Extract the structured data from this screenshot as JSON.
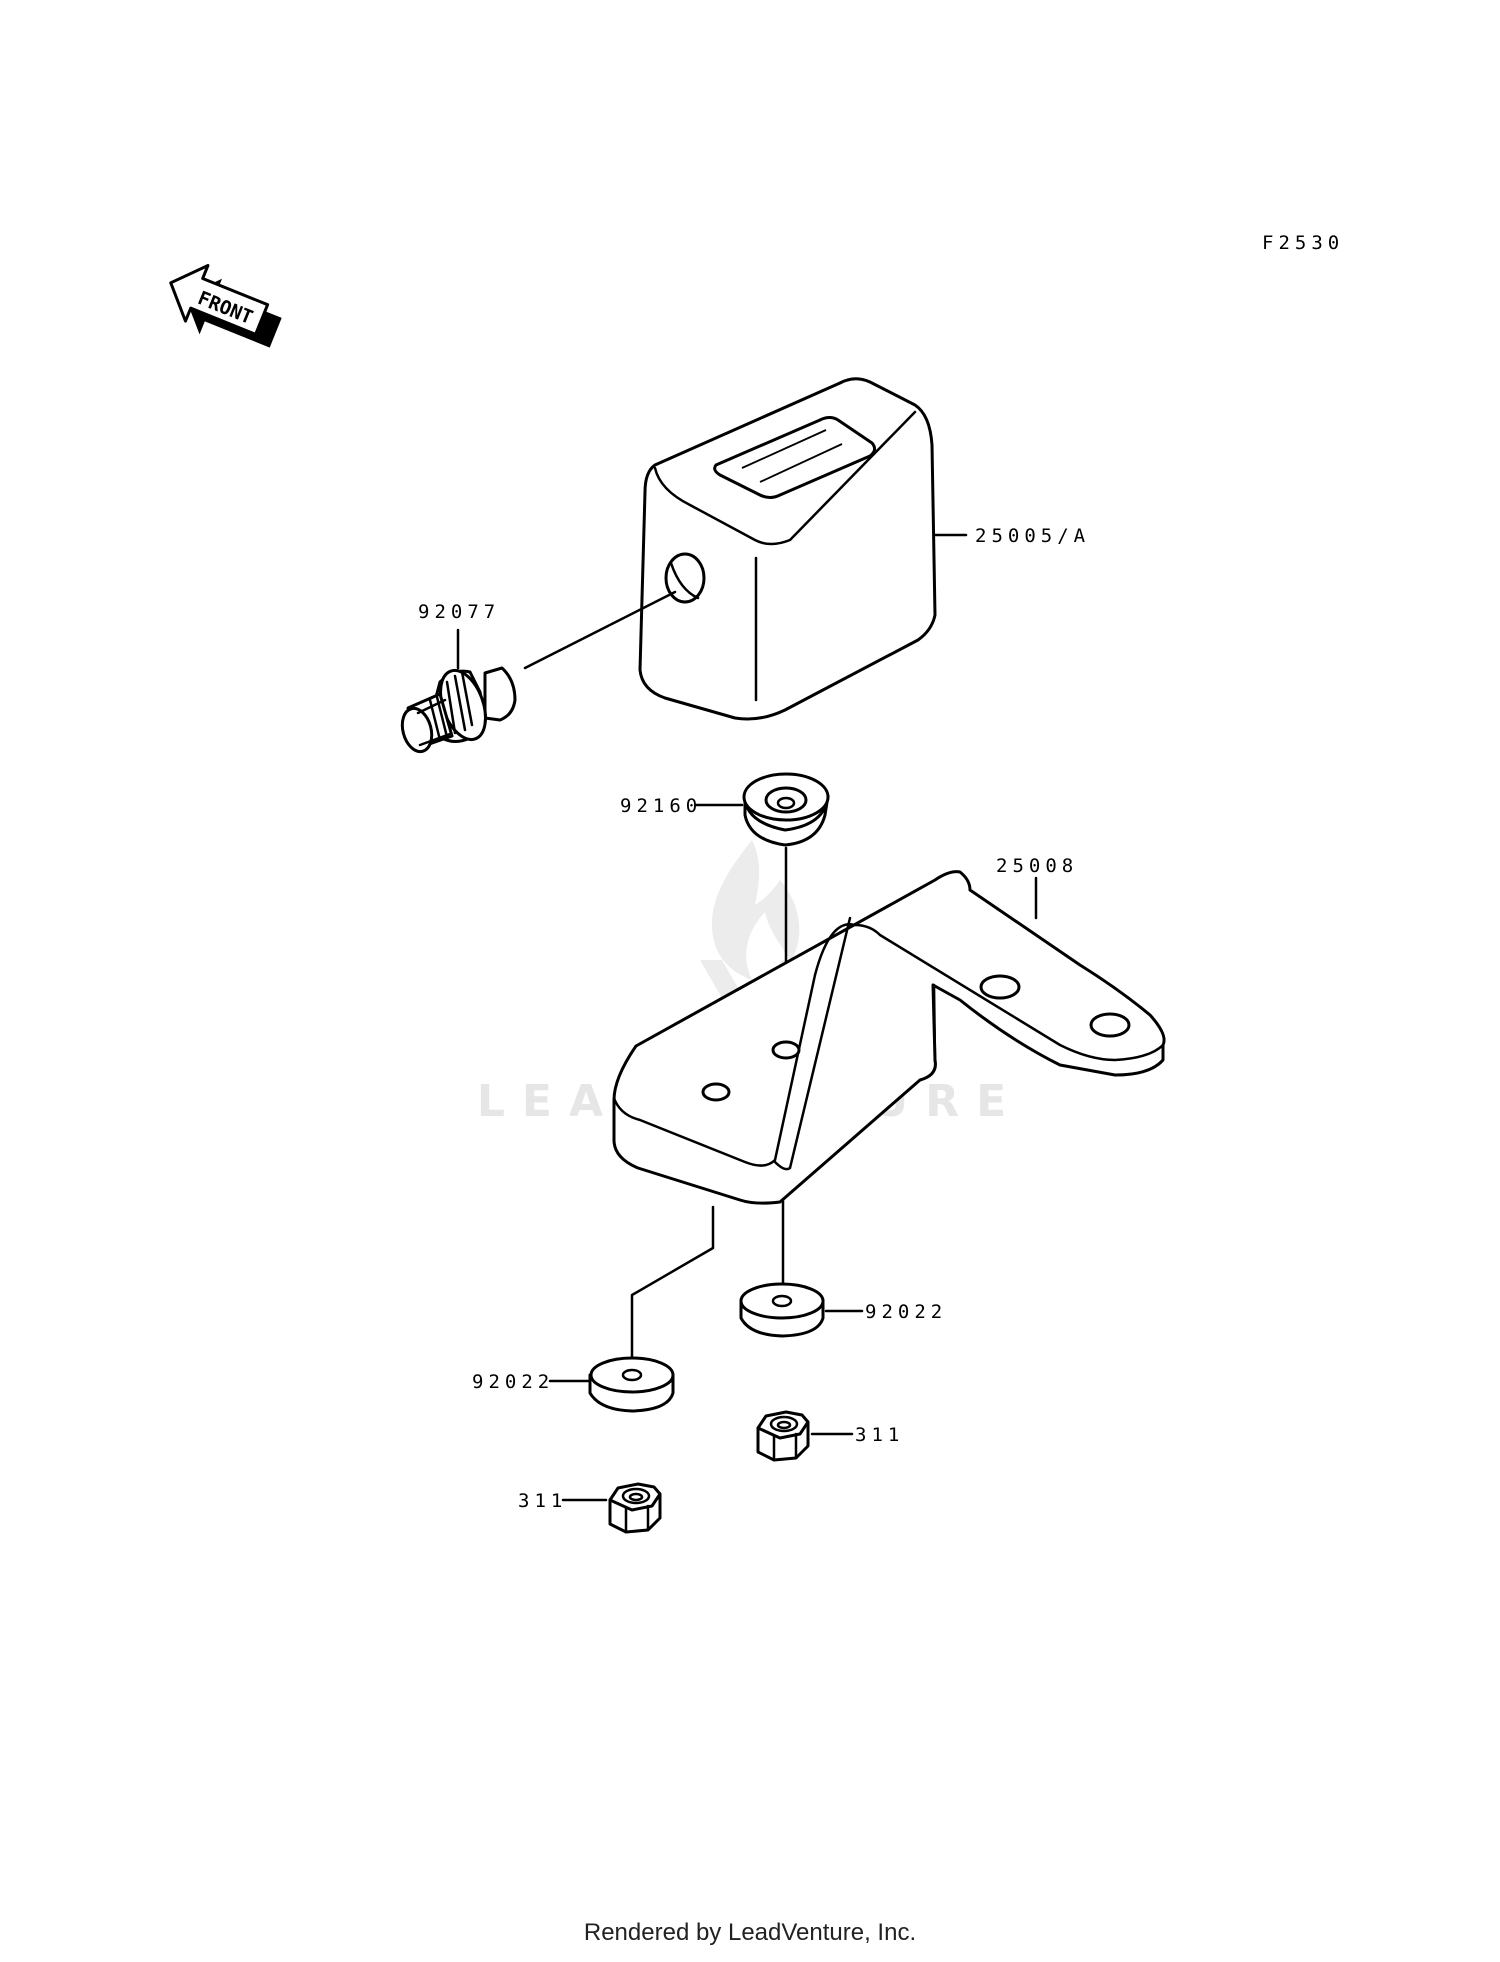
{
  "diagram_code": "F2530",
  "front_badge": "FRONT",
  "watermark": "LEADVENTURE",
  "footer": "Rendered by LeadVenture, Inc.",
  "callouts": {
    "meter_cover": "25005/A",
    "adapter": "92077",
    "grommet": "92160",
    "bracket": "25008",
    "washer_right": "92022",
    "washer_left": "92022",
    "nut_right": "311",
    "nut_left": "311"
  },
  "colors": {
    "ink": "#000000",
    "watermark": "#e6e6e6",
    "background": "#ffffff"
  }
}
